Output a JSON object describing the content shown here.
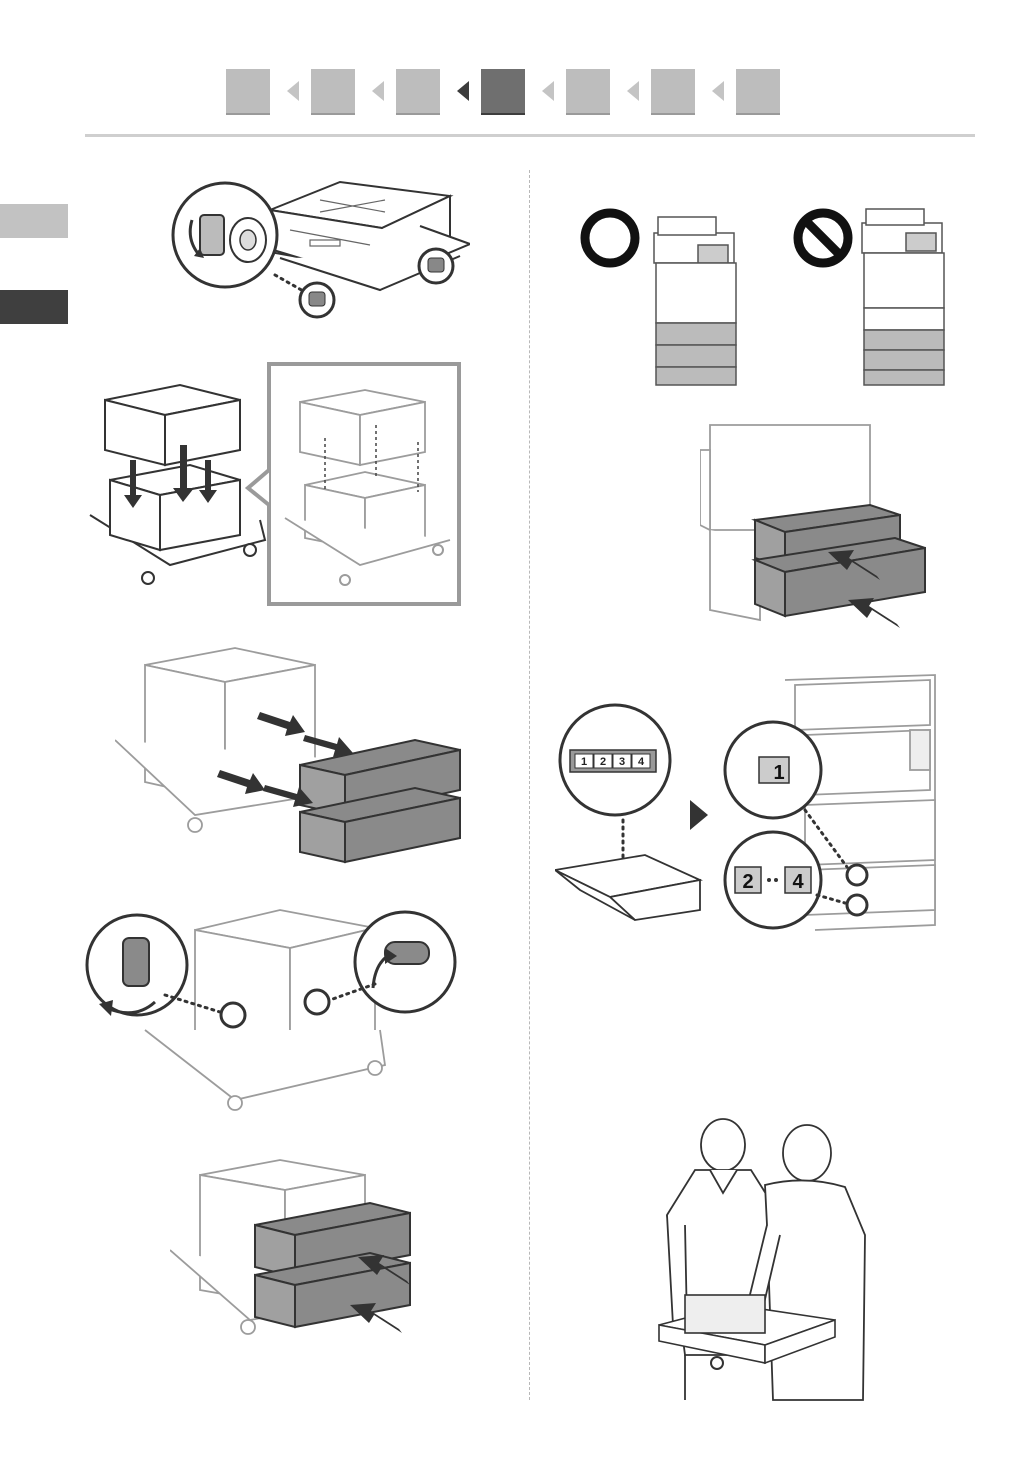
{
  "navigation": {
    "step_count": 7,
    "active_step": 4
  },
  "side_tabs": [
    "light",
    "dark"
  ],
  "colors": {
    "step_inactive": "#bdbdbd",
    "step_active": "#6f6f6f",
    "rule": "#cfcfcf",
    "tray_fill": "#8a8a8a",
    "outline": "#333333",
    "light_outline": "#9c9c9c"
  },
  "labels": {
    "label_sheet_digits": [
      "1",
      "2",
      "3",
      "4"
    ],
    "tag_top": "1",
    "tag_bottom_left": "2",
    "tag_bottom_right": "4"
  },
  "icons": [
    "ok-circle-icon",
    "prohibited-icon",
    "push-arrow-icon",
    "rotate-arrow-icon",
    "right-triangle-arrow-icon"
  ]
}
